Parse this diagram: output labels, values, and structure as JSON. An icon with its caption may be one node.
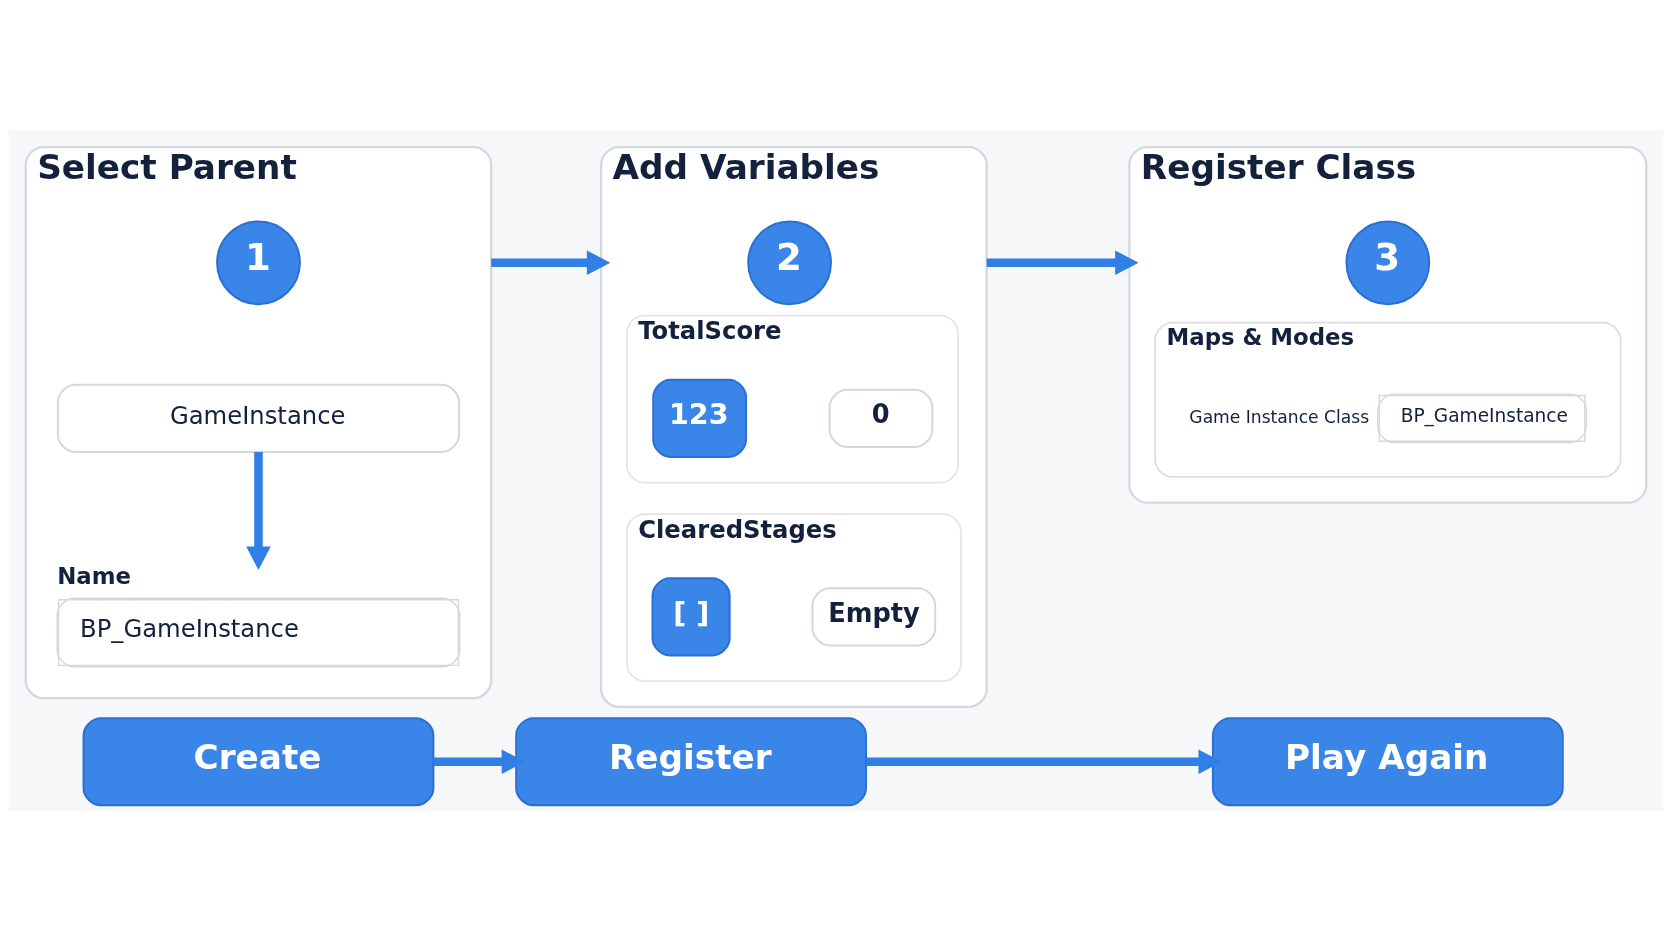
{
  "diagram": {
    "nodes": [
      {
        "text": [
          "Select Parent"
        ]
      },
      {
        "text": [
          "1"
        ],
        "in": 0
      },
      {
        "text": [
          "GameInstance"
        ],
        "in": 0
      },
      {
        "text": [
          "BP_GameInstance"
        ],
        "in": 0,
        "beside": [
          "Name"
        ]
      },
      {
        "text": [
          "Add Variables"
        ]
      },
      {
        "text": [
          "2"
        ],
        "in": 4
      },
      {
        "text": [
          "TotalScore"
        ],
        "in": 4
      },
      {
        "text": [
          "123"
        ],
        "in": 6
      },
      {
        "text": [
          "0"
        ],
        "in": 6
      },
      {
        "text": [
          "ClearedStages"
        ],
        "in": 4
      },
      {
        "text": [
          "[ ]"
        ],
        "in": 9
      },
      {
        "text": [
          "Empty"
        ],
        "in": 9
      },
      {
        "text": [
          "Register Class"
        ]
      },
      {
        "text": [
          "3"
        ],
        "in": 12
      },
      {
        "text": [
          "Maps & Modes"
        ],
        "in": 12
      },
      {
        "text": [
          "BP_GameInstance"
        ],
        "in": 14,
        "beside": [
          "Game Instance Class"
        ]
      },
      {
        "text": [
          "Create"
        ]
      },
      {
        "text": [
          "Register"
        ]
      },
      {
        "text": [
          "Play Again"
        ]
      }
    ],
    "edges": [
      {
        "from": 2,
        "to": 3,
        "arrow": "to"
      },
      {
        "from": 0,
        "to": 4,
        "arrow": "to"
      },
      {
        "from": 4,
        "to": 12,
        "arrow": "to"
      },
      {
        "from": 16,
        "to": 17,
        "arrow": "to"
      },
      {
        "from": 17,
        "to": 18,
        "arrow": "to"
      }
    ]
  }
}
